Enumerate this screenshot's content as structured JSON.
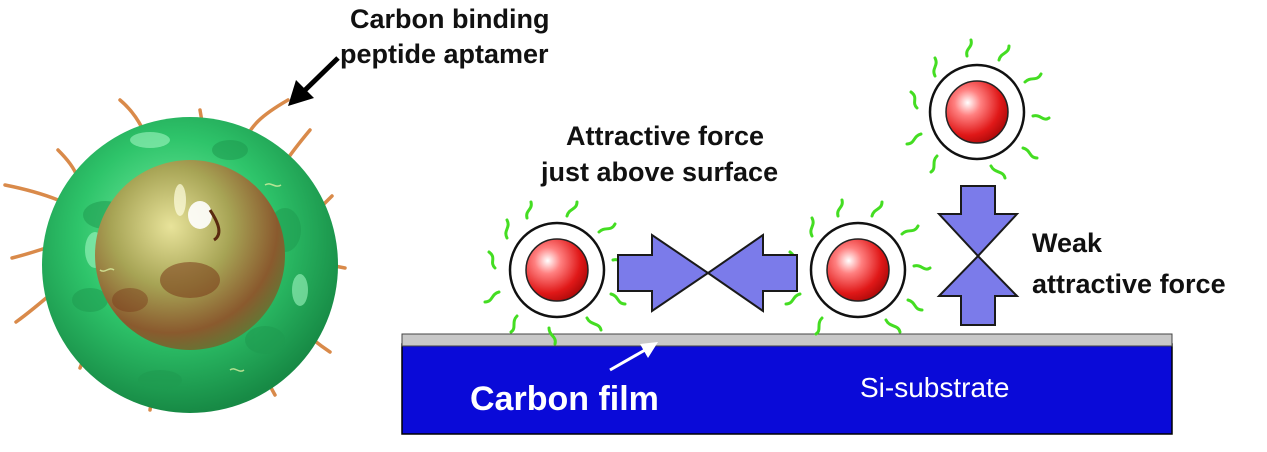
{
  "labels": {
    "aptamer_line1": "Carbon binding",
    "aptamer_line2": "peptide aptamer",
    "attractive_line1": "Attractive force",
    "attractive_line2": "just above surface",
    "weak_line1": "Weak",
    "weak_line2": "attractive force",
    "carbon_film": "Carbon film",
    "substrate": "Si-substrate"
  },
  "colors": {
    "substrate": "#0a0ad8",
    "film": "#c8c8c8",
    "arrow_fill": "#7b7bea",
    "shell_green": "#2ec46a",
    "peptide_green": "#44dd22",
    "peptide_orange": "#d98a4a",
    "core_red": "#e02020"
  }
}
